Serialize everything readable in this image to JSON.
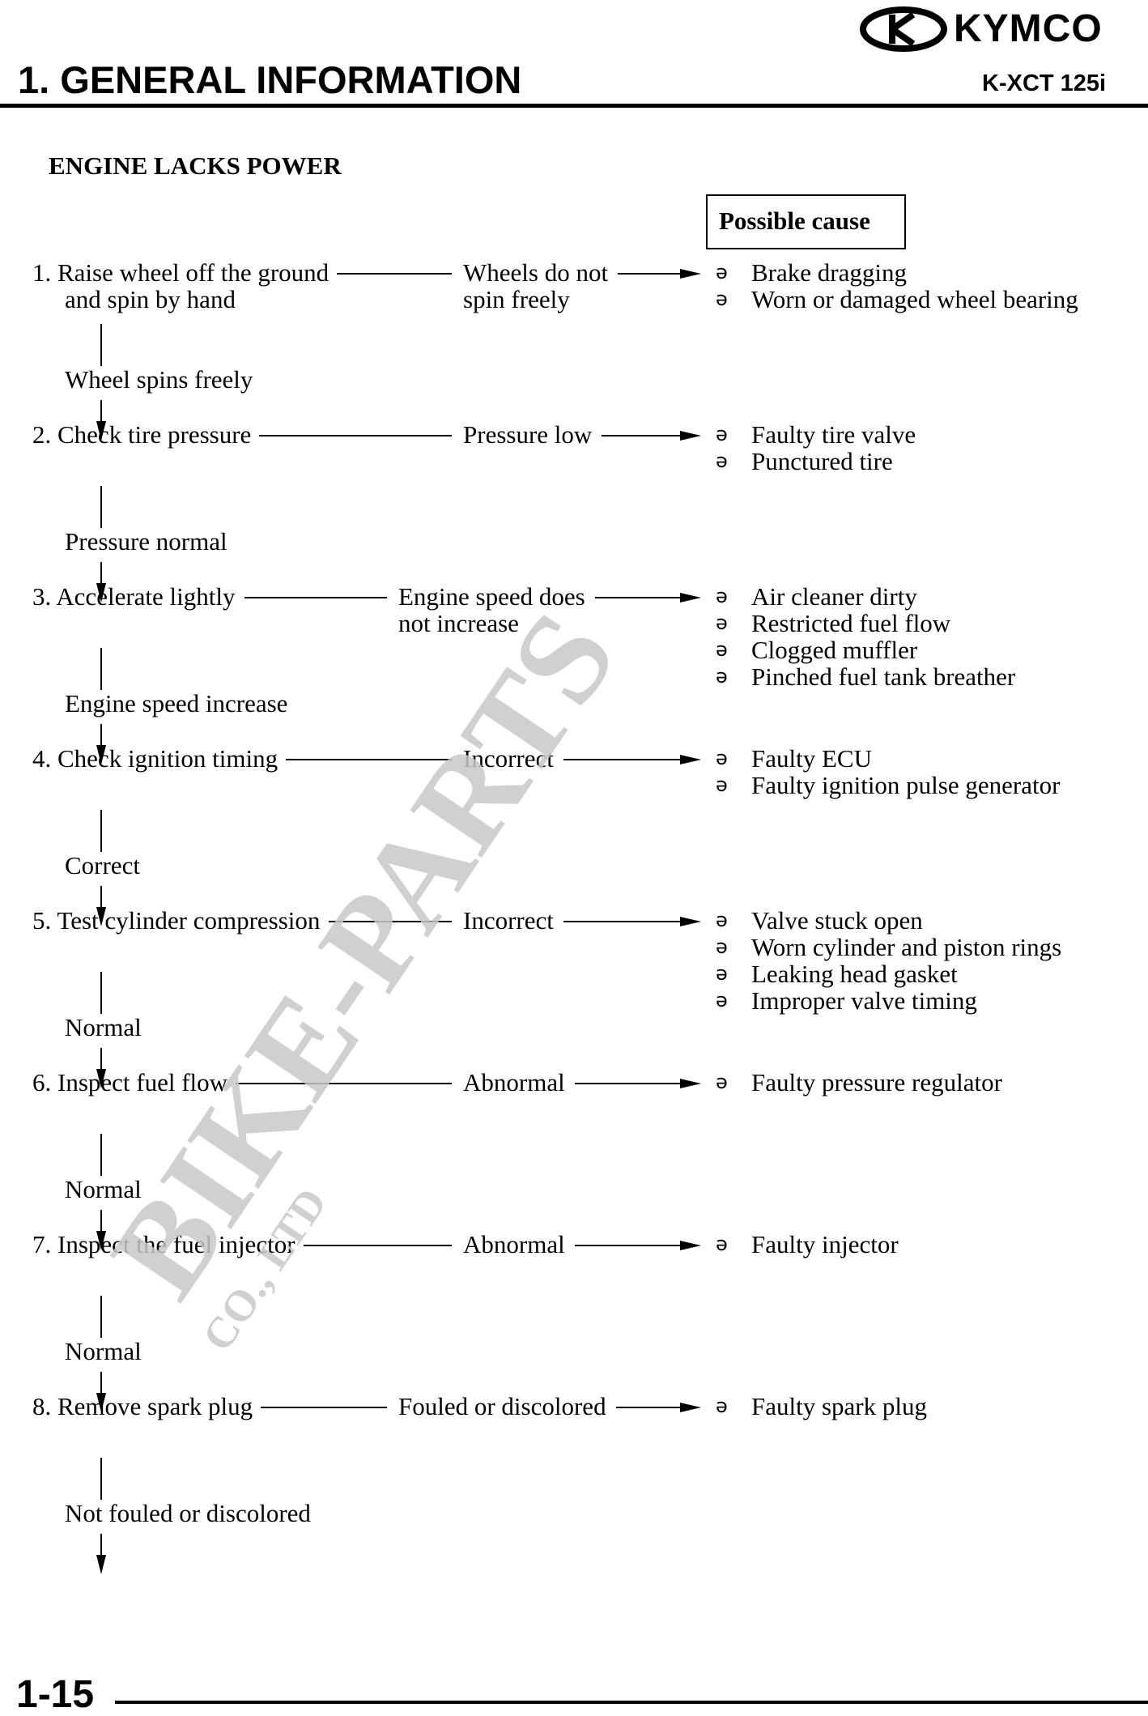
{
  "header": {
    "brand": "KYMCO",
    "section_title": "1. GENERAL INFORMATION",
    "model": "K-XCT 125i"
  },
  "section_heading": "ENGINE LACKS POWER",
  "possible_cause_label": "Possible cause",
  "bullet_glyph": "ə",
  "steps": [
    {
      "check_lines": [
        "1. Raise wheel off the ground",
        "and spin by hand"
      ],
      "result_lines": [
        "Wheels do not",
        "spin freely"
      ],
      "causes": [
        "Brake dragging",
        "Worn or damaged wheel bearing"
      ],
      "next": "Wheel spins freely"
    },
    {
      "check_lines": [
        "2. Check tire pressure"
      ],
      "result_lines": [
        "Pressure low"
      ],
      "causes": [
        "Faulty tire valve",
        "Punctured tire"
      ],
      "next": "Pressure normal"
    },
    {
      "check_lines": [
        "3. Accelerate lightly"
      ],
      "result_lines": [
        "Engine speed does",
        "not increase"
      ],
      "causes": [
        "Air cleaner dirty",
        "Restricted fuel flow",
        "Clogged muffler",
        "Pinched fuel tank breather"
      ],
      "next": "Engine speed increase"
    },
    {
      "check_lines": [
        "4. Check ignition timing"
      ],
      "result_lines": [
        "Incorrect"
      ],
      "causes": [
        "Faulty ECU",
        "Faulty ignition pulse generator"
      ],
      "next": "Correct"
    },
    {
      "check_lines": [
        "5. Test cylinder compression"
      ],
      "result_lines": [
        "Incorrect"
      ],
      "causes": [
        "Valve stuck open",
        "Worn cylinder and piston rings",
        "Leaking head gasket",
        "Improper valve timing"
      ],
      "next": "Normal"
    },
    {
      "check_lines": [
        "6. Inspect fuel flow"
      ],
      "result_lines": [
        "Abnormal"
      ],
      "causes": [
        "Faulty pressure regulator"
      ],
      "next": "Normal"
    },
    {
      "check_lines": [
        "7. Inspect the fuel injector"
      ],
      "result_lines": [
        "Abnormal"
      ],
      "causes": [
        "Faulty injector"
      ],
      "next": "Normal"
    },
    {
      "check_lines": [
        "8. Remove spark plug"
      ],
      "result_lines": [
        "Fouled or discolored"
      ],
      "causes": [
        "Faulty spark plug"
      ],
      "next": "Not fouled or discolored"
    }
  ],
  "watermark": {
    "main": "BIKE-PARTS",
    "sub": "CO., LTD",
    "color": "#c8c8c8"
  },
  "footer": {
    "page_number": "1-15"
  }
}
